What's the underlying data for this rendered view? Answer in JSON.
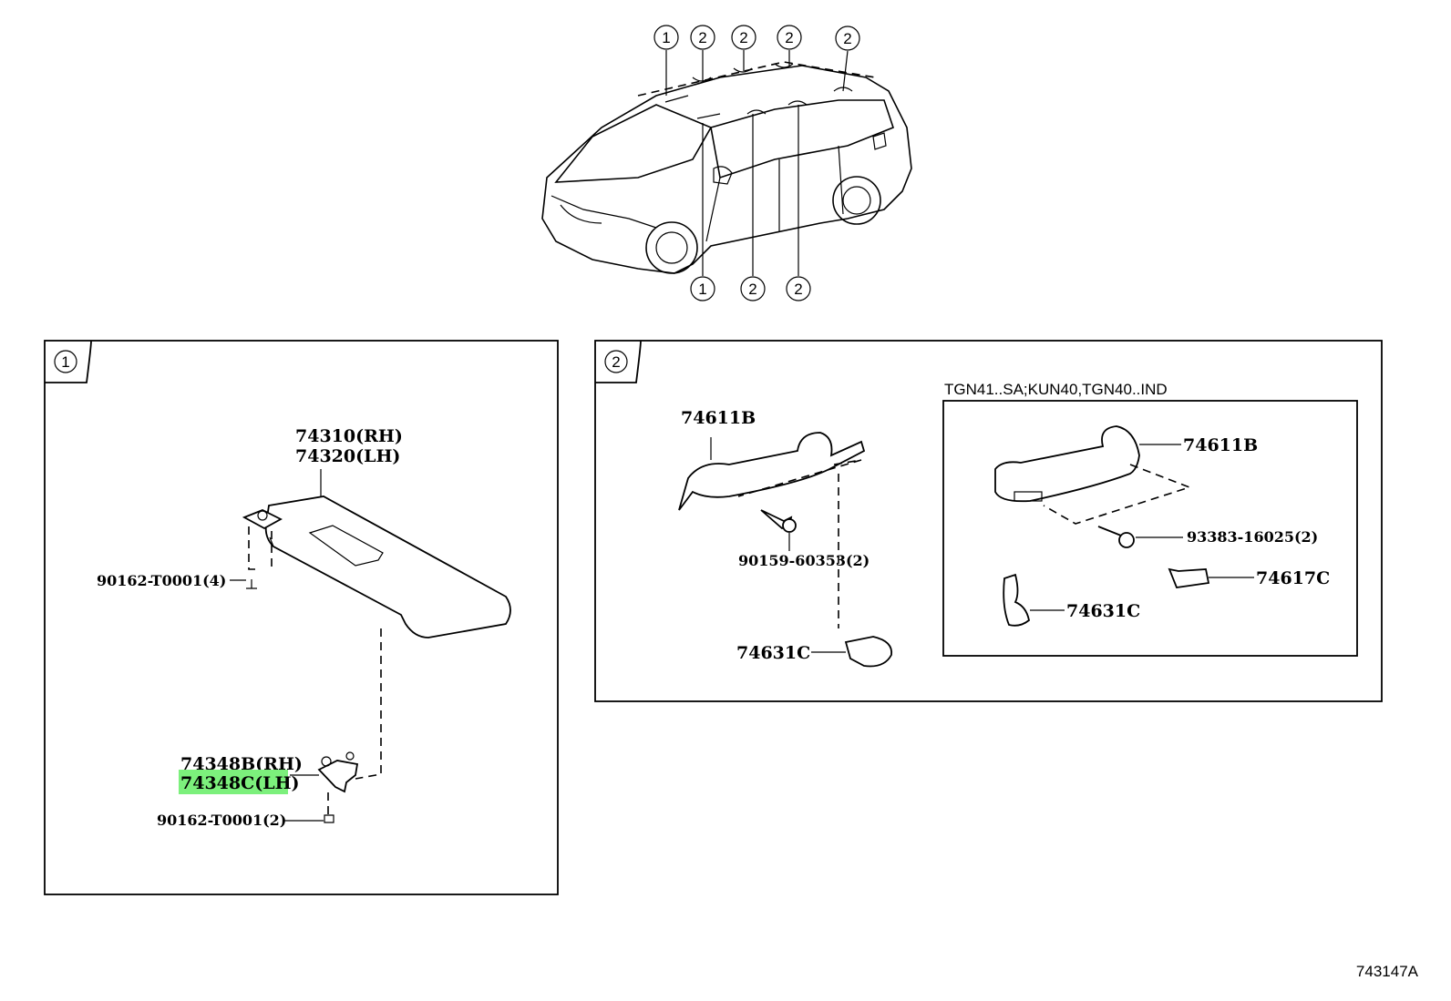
{
  "highlight_color": "#7cf07c",
  "overview": {
    "callouts_top": [
      "1",
      "2",
      "2",
      "2",
      "2"
    ],
    "callouts_bottom": [
      "1",
      "2",
      "2"
    ]
  },
  "panel1": {
    "index": "1",
    "parts": {
      "visor_rh": "74310(RH)",
      "visor_lh": "74320(LH)",
      "screw_top": "90162-T0001(4)",
      "holder_rh": "74348B(RH)",
      "holder_lh": "74348C(LH)",
      "screw_bottom": "90162-T0001(2)"
    },
    "highlighted_part": "74348C(LH)"
  },
  "panel2": {
    "index": "2",
    "parts": {
      "grip": "74611B",
      "screw": "90159-60353(2)",
      "hook": "74631C"
    },
    "subpanel": {
      "caption": "TGN41..SA;KUN40,TGN40..IND",
      "parts": {
        "grip": "74611B",
        "screw": "93383-16025(2)",
        "cover": "74617C",
        "hook": "74631C"
      }
    }
  },
  "diagram_id": "743147A"
}
